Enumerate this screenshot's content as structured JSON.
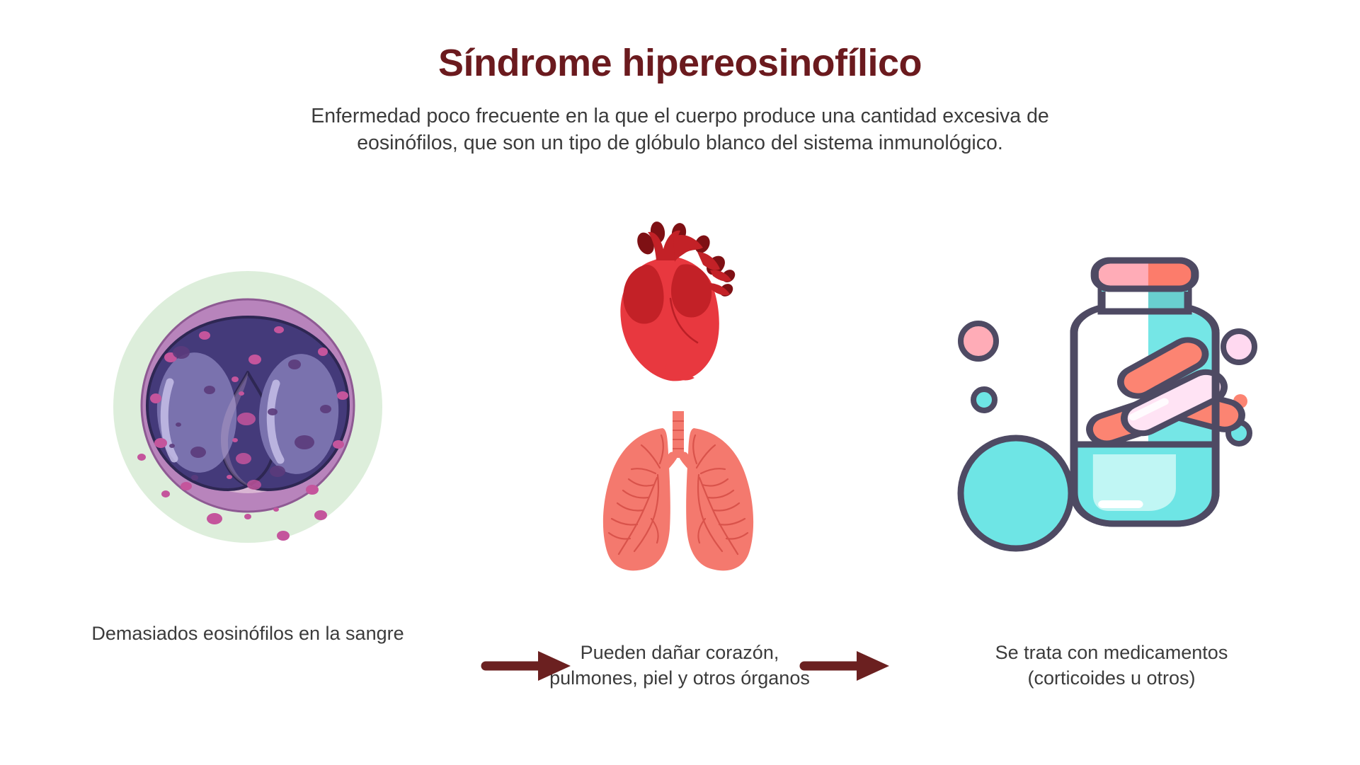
{
  "header": {
    "title": "Síndrome hipereosinofílico",
    "subtitle_line_1": "Enfermedad poco frecuente en la que el cuerpo produce una cantidad excesiva de",
    "subtitle_line_2": "eosinófilos, que son un tipo de glóbulo blanco del sistema inmunológico."
  },
  "steps": [
    {
      "id": "eosinophil",
      "icon": "eosinophil-cell-icon",
      "caption_line_1": "Demasiados eosinófilos en la sangre",
      "caption_line_2": ""
    },
    {
      "id": "organs",
      "icon": "heart-and-lungs-icon",
      "caption_line_1": "Pueden dañar corazón,",
      "caption_line_2": "pulmones, piel y otros órganos"
    },
    {
      "id": "treatment",
      "icon": "medicine-jar-icon",
      "caption_line_1": "Se trata con medicamentos",
      "caption_line_2": "(corticoides u otros)"
    }
  ],
  "arrows": [
    {
      "id": "arrow-1",
      "icon": "arrow-right-icon"
    },
    {
      "id": "arrow-2",
      "icon": "arrow-right-icon"
    }
  ],
  "colors": {
    "title": "#6B1A1E",
    "body_text": "#3B3B3B",
    "arrow": "#6B2020",
    "background": "#FFFFFF",
    "cell_halo_green": "#DCEEDA",
    "cell_membrane": "#B884BC",
    "cell_cytoplasm": "#DCBBD4",
    "cell_granule": "#C4559C",
    "nucleus_dark": "#443A7A",
    "nucleus_light": "#7A72AE",
    "heart_red": "#E8383F",
    "heart_dark_red": "#B31B22",
    "heart_deep_red": "#7E1014",
    "lung_salmon": "#F4796E",
    "lung_bronchi": "#D9534B",
    "jar_outline": "#4E4A63",
    "jar_cyan": "#6EE5E5",
    "jar_cyan_light": "#BFF6F4",
    "jar_lid_pink": "#FFACB7",
    "jar_lid_coral": "#FC7C6B",
    "pill_coral": "#FC8472",
    "pill_pink": "#FFD9EE"
  }
}
